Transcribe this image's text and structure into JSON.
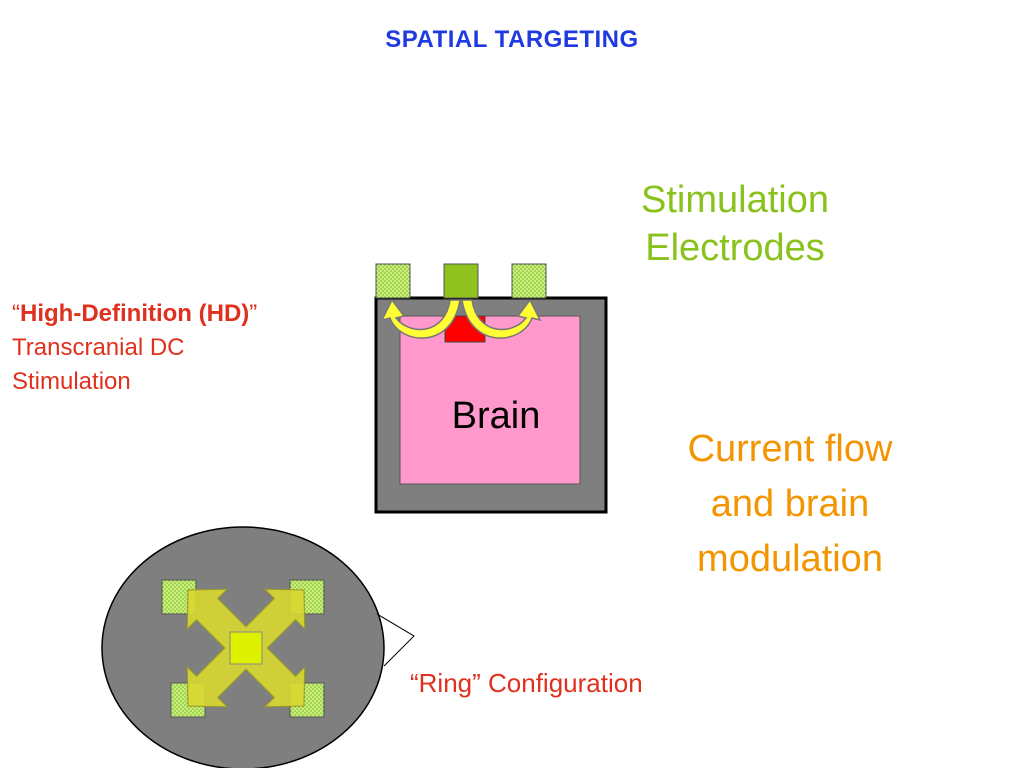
{
  "title": "SPATIAL TARGETING",
  "hd_label": {
    "open_quote": "“",
    "strong": "High-Definition (HD)",
    "close_quote": "”",
    "line2": "Transcranial DC",
    "line3": "Stimulation"
  },
  "stimulation_label": {
    "line1": "Stimulation",
    "line2": "Electrodes"
  },
  "current_flow_label": {
    "line1": "Current flow",
    "line2": "and brain",
    "line3": "modulation"
  },
  "brain_label": "Brain",
  "ring_label": "“Ring” Configuration",
  "colors": {
    "title": "#1f3be0",
    "hd_text": "#e0301e",
    "green_text": "#8ac21c",
    "orange_text": "#f39500",
    "skull": "#7f7f7f",
    "brain": "#ff99cc",
    "active_electrode": "#8fc21c",
    "return_electrode": "#c6f07a",
    "arrow": "#ffff33",
    "target": "#ff0000",
    "ring_arrows": "#d8d830",
    "ring_center": "#ddf000"
  }
}
